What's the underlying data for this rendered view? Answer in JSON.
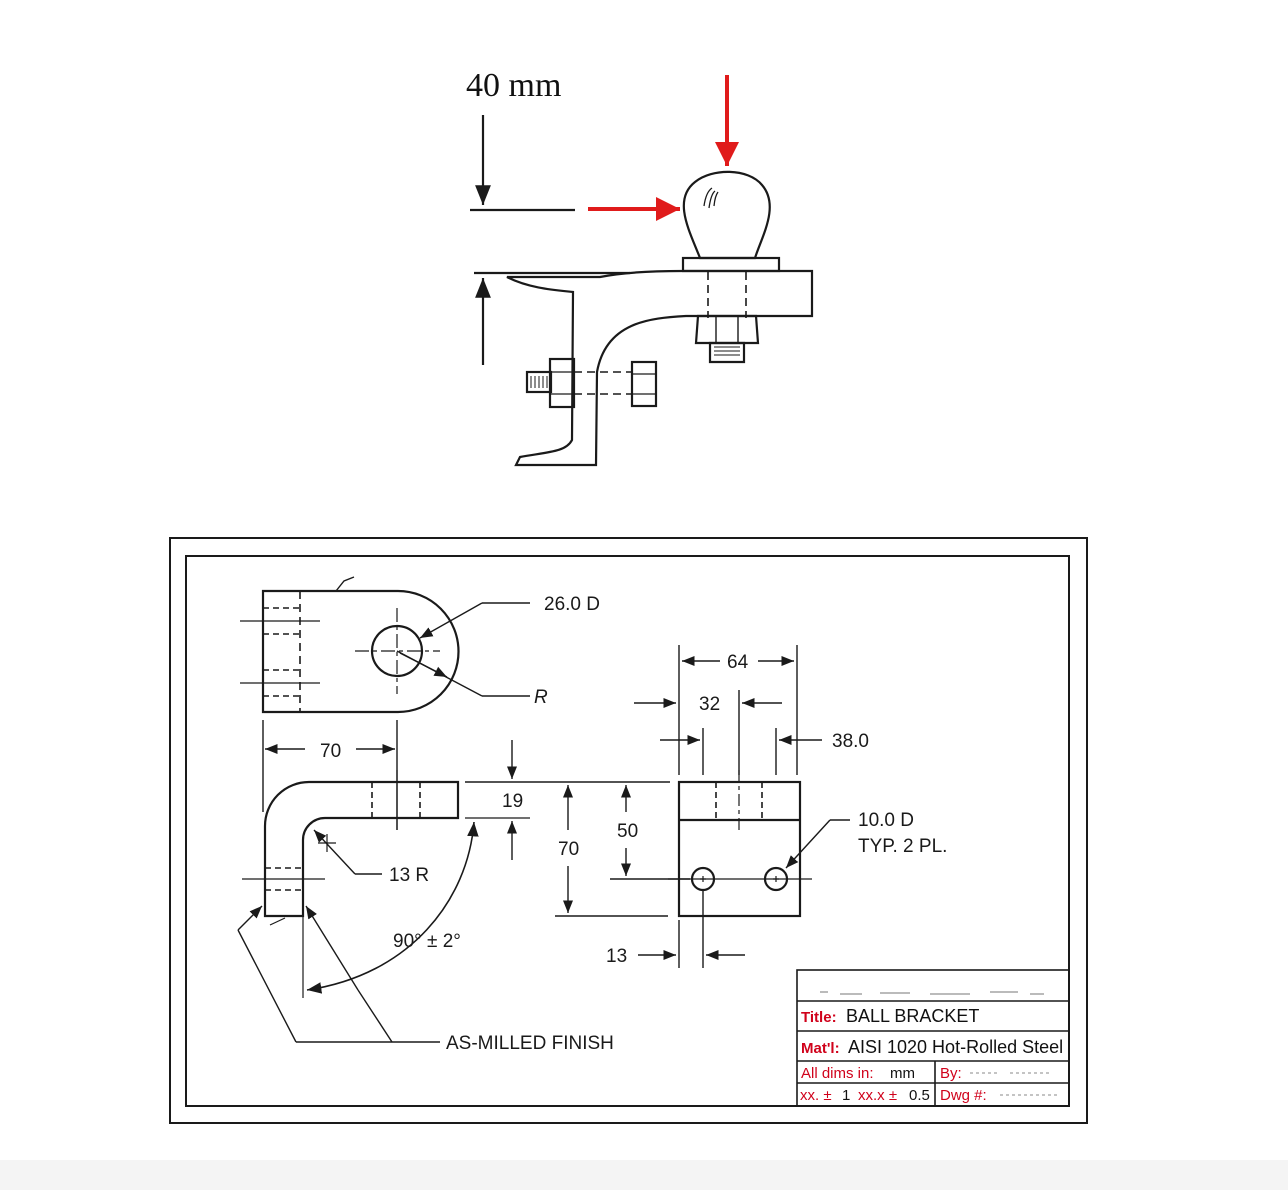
{
  "colors": {
    "red_arrow": "#e01b1b",
    "ink": "#1a1a1a",
    "title_key": "#d0021b"
  },
  "illustration": {
    "height_label": "40 mm"
  },
  "drawing": {
    "hole_diameter": "26.0 D",
    "radius": "R",
    "dim_70_top": "70",
    "dim_64": "64",
    "dim_32": "32",
    "dim_38": "38.0",
    "dim_19": "19",
    "dim_50": "50",
    "dim_70_side": "70",
    "bend_radius": "13 R",
    "small_hole": "10.0 D",
    "small_hole_note": "TYP. 2 PL.",
    "angle": "90° ± 2°",
    "dim_13": "13",
    "finish_note": "AS-MILLED FINISH"
  },
  "title_block": {
    "title_key": "Title:",
    "title_val": "BALL BRACKET",
    "material_key": "Mat'l:",
    "material_val": "AISI 1020 Hot-Rolled Steel",
    "dims_key": "All dims in:",
    "dims_val": "mm",
    "by_key": "By:",
    "tol1_key": "xx. ±",
    "tol1_val": "1",
    "tol2_key": "xx.x ±",
    "tol2_val": "0.5",
    "dwg_key": "Dwg #:"
  }
}
